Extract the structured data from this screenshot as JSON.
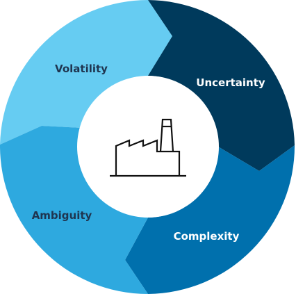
{
  "segments": [
    {
      "label": "Volatility",
      "fill": "#66ccf2",
      "text_color": "#1f3550"
    },
    {
      "label": "Uncertainty",
      "fill": "#003a5c",
      "text_color": "#ffffff"
    },
    {
      "label": "Complexity",
      "fill": "#0070ad",
      "text_color": "#ffffff"
    },
    {
      "label": "Ambiguity",
      "fill": "#2ea9df",
      "text_color": "#1f3550"
    }
  ],
  "center": {
    "icon": "factory-icon",
    "background": "#ffffff",
    "icon_color": "#111111"
  }
}
